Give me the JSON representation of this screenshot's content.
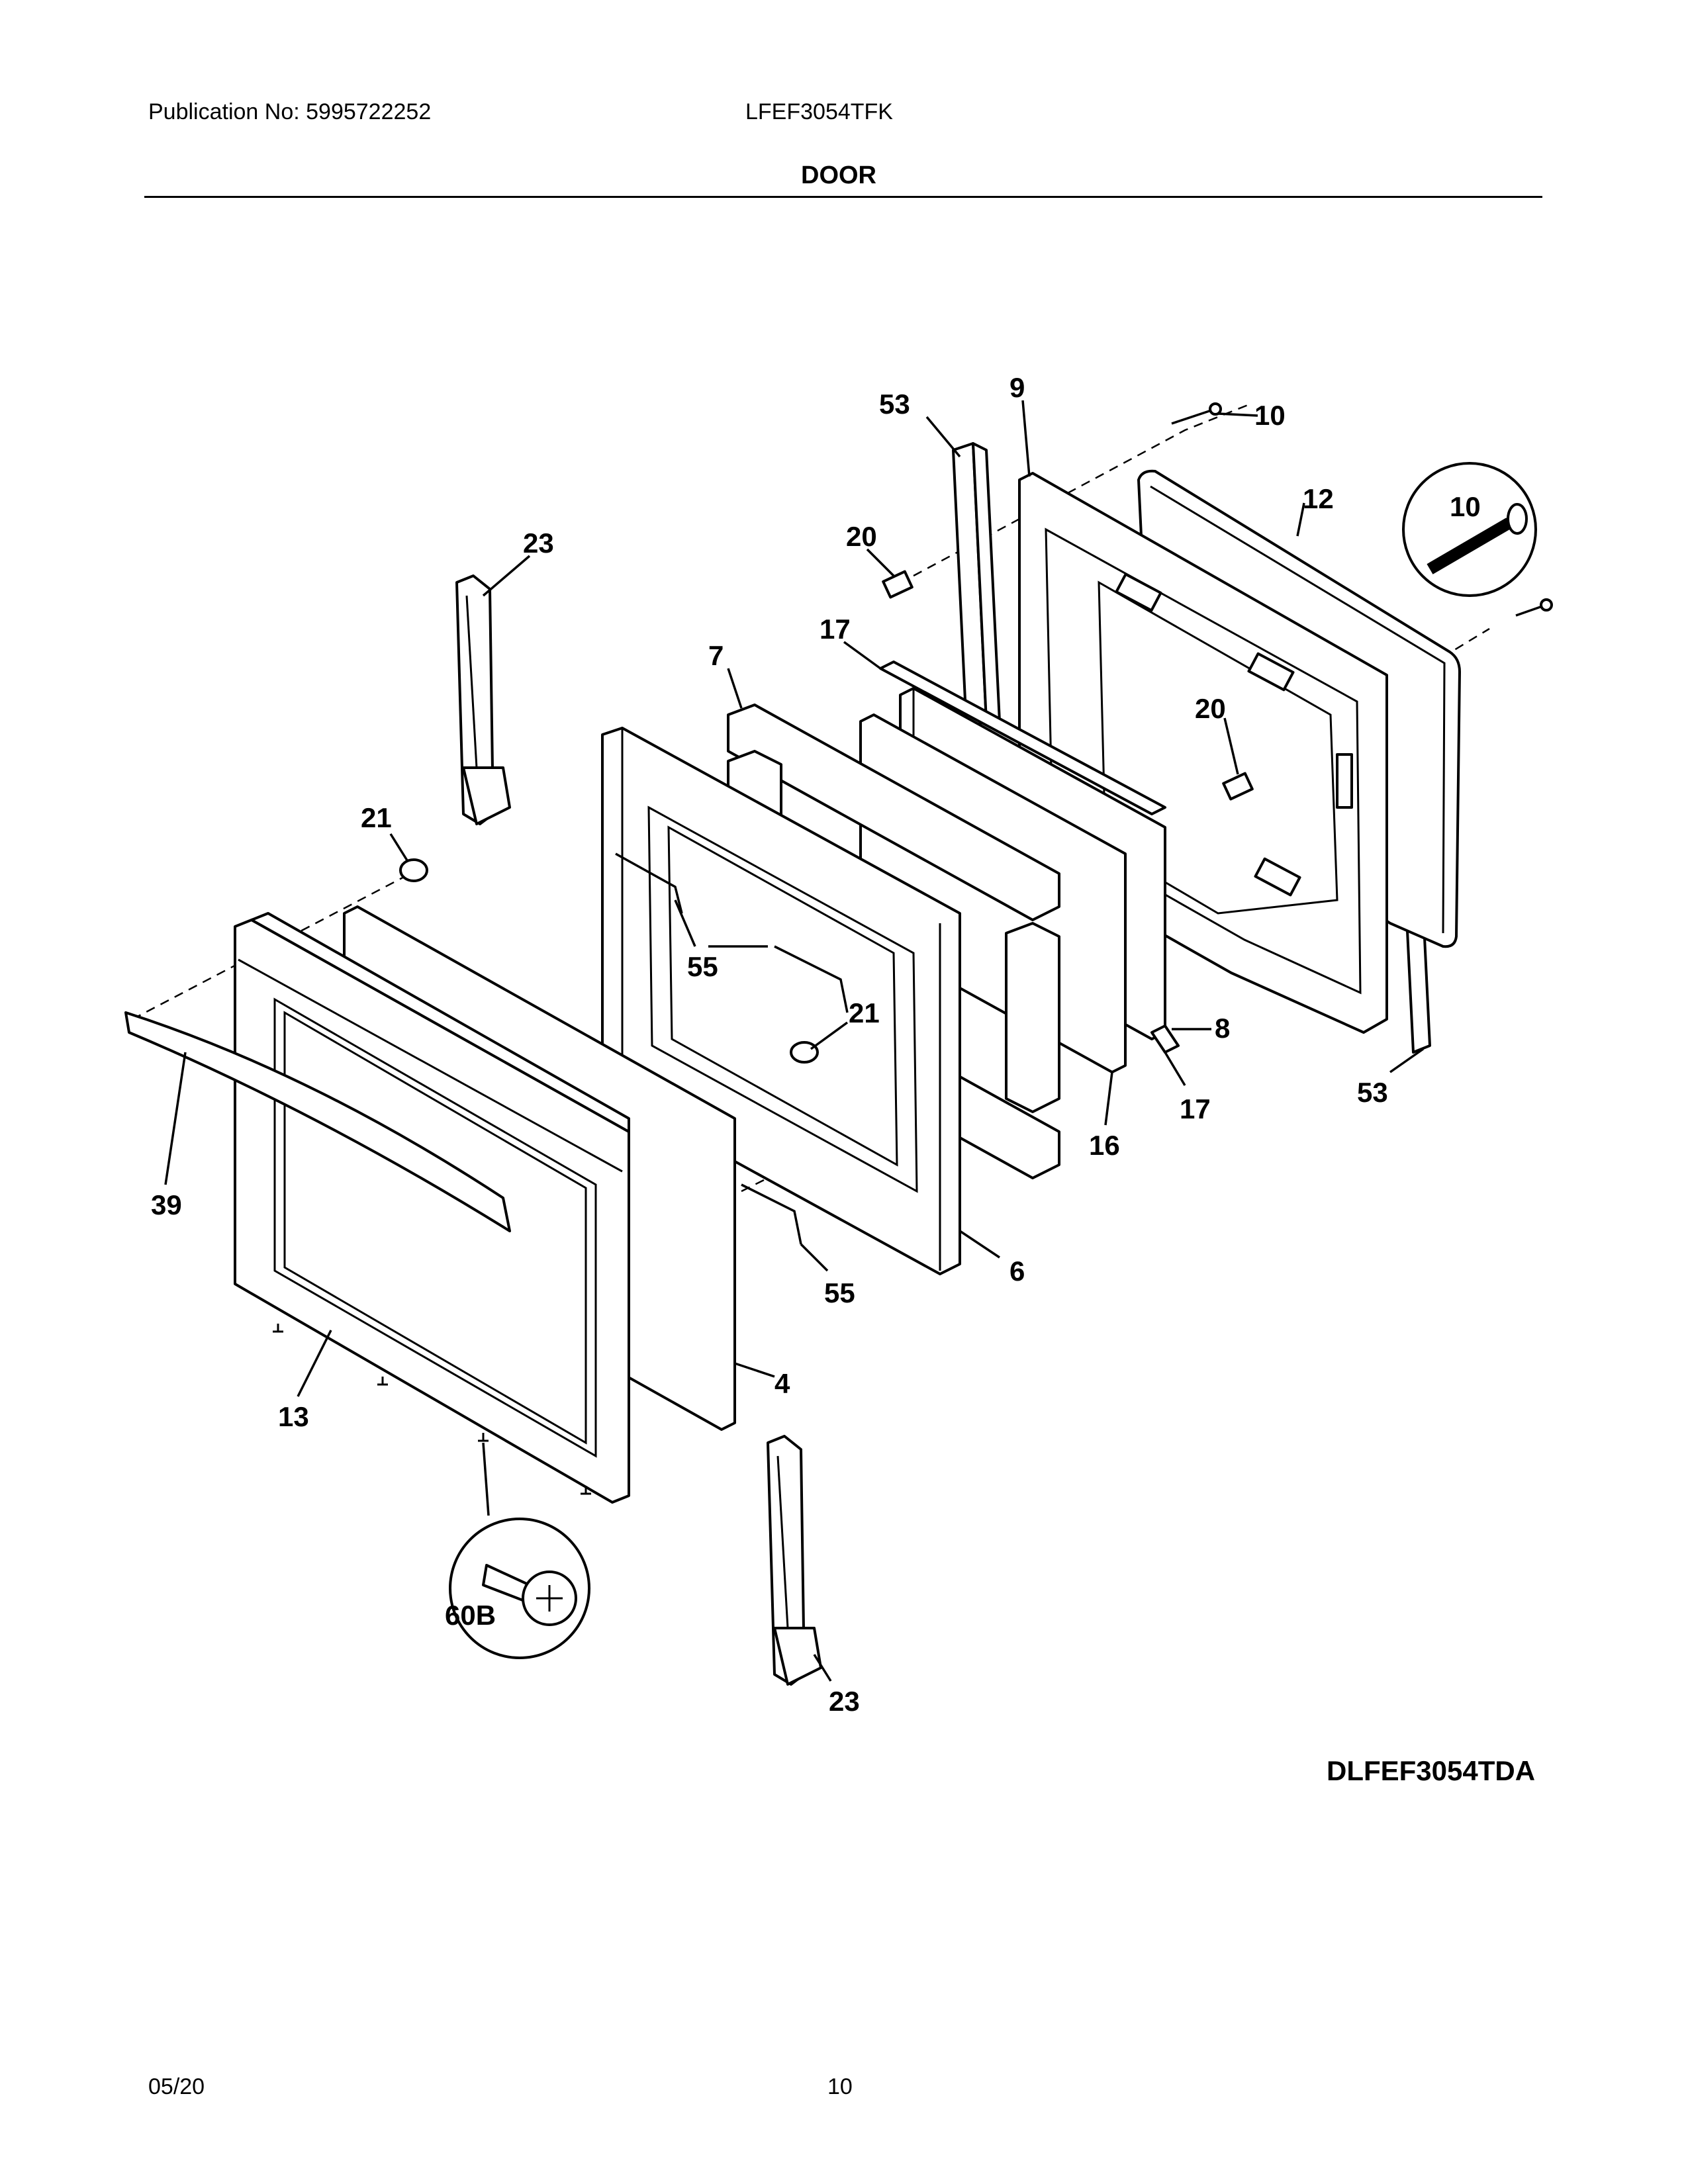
{
  "header": {
    "publication": "Publication No: 5995722252",
    "model": "LFEF3054TFK",
    "section": "DOOR"
  },
  "callouts": {
    "c53_top": "53",
    "c9": "9",
    "c10_top": "10",
    "c10_detail": "10",
    "c12": "12",
    "c23_top": "23",
    "c20_left": "20",
    "c20_right": "20",
    "c7": "7",
    "c17_top": "17",
    "c21_left": "21",
    "c21_mid": "21",
    "c55_top": "55",
    "c8": "8",
    "c17_bot": "17",
    "c16": "16",
    "c53_bot": "53",
    "c39": "39",
    "c6": "6",
    "c55_bot": "55",
    "c4": "4",
    "c13": "13",
    "c60b": "60B",
    "c23_bot": "23"
  },
  "footer": {
    "drawing_code": "DLFEF3054TDA",
    "date": "05/20",
    "page": "10"
  }
}
